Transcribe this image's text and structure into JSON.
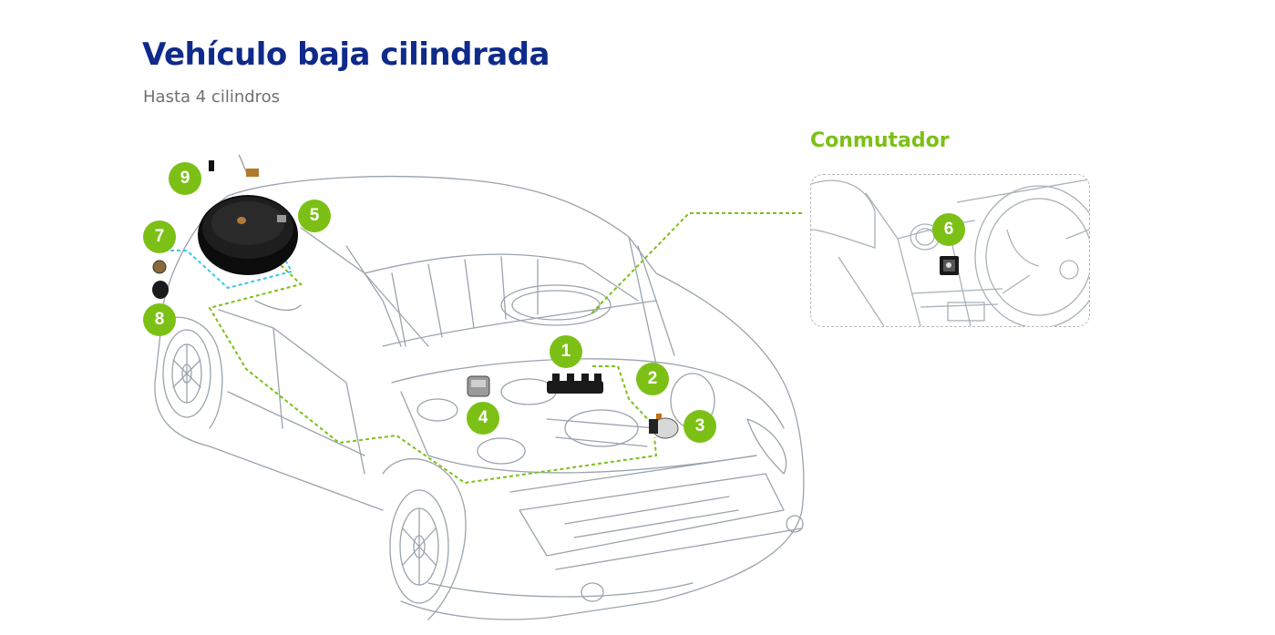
{
  "header": {
    "title": "Vehículo baja cilindrada",
    "subtitle": "Hasta 4 cilindros"
  },
  "inset": {
    "title": "Conmutador"
  },
  "callouts": [
    "1",
    "2",
    "3",
    "4",
    "5",
    "6",
    "7",
    "8",
    "9"
  ],
  "colors": {
    "title": "#0f2a8a",
    "accent_green": "#7cc016",
    "dashed_cyan": "#3cc8e8",
    "car_outline": "#9aa3ad"
  }
}
